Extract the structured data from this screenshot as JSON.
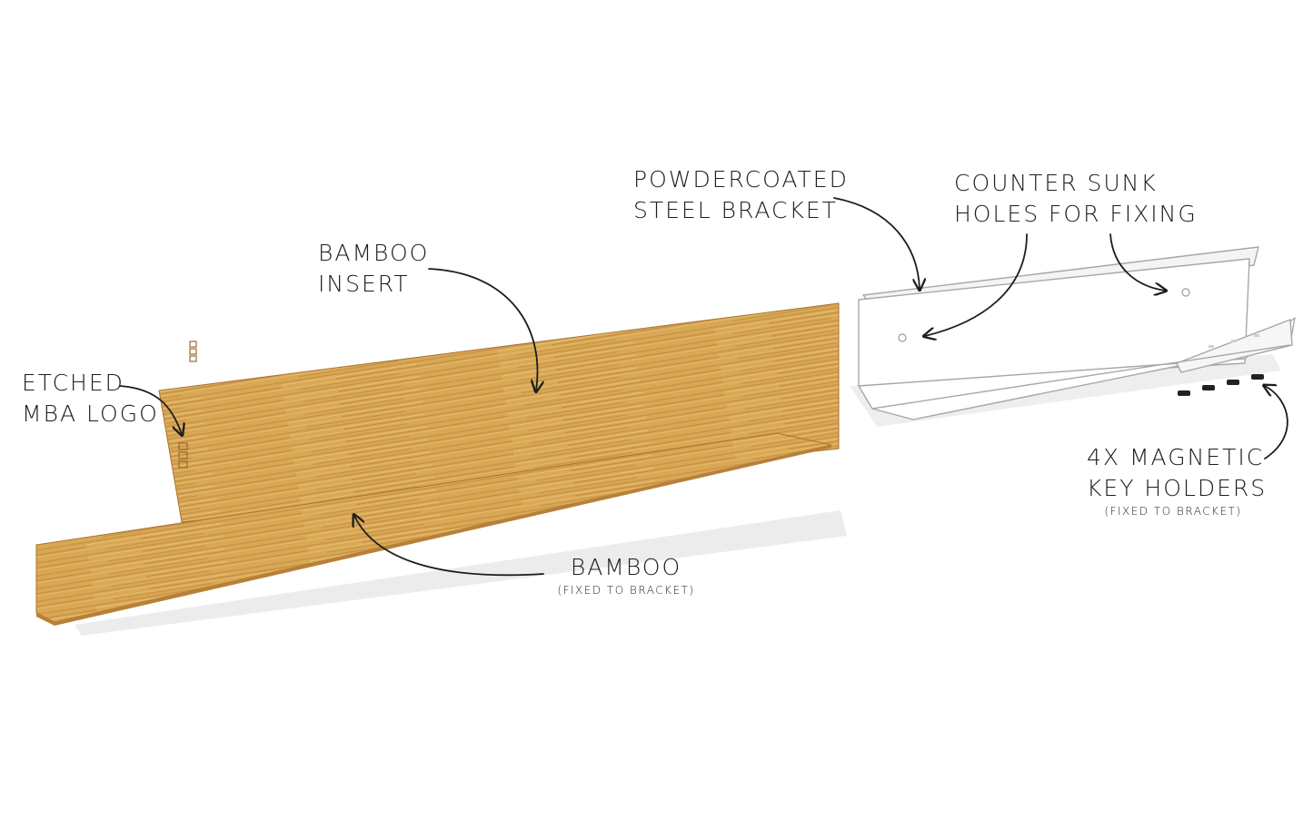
{
  "labels": {
    "etched_logo": {
      "line1": "ETCHED",
      "line2": "MBA LOGO"
    },
    "bamboo_insert": {
      "line1": "BAMBOO",
      "line2": "INSERT"
    },
    "bracket": {
      "line1": "POWDERCOATED",
      "line2": "STEEL BRACKET"
    },
    "holes": {
      "line1": "COUNTER SUNK",
      "line2": "HOLES FOR FIXING"
    },
    "magnets": {
      "line1": "4x MAGNETIC",
      "line2": "KEY HOLDERS",
      "note": "(FIXED TO BRACKET)"
    },
    "bamboo_shelf": {
      "line1": "BAMBOO",
      "note": "(FIXED TO BRACKET)"
    }
  },
  "colors": {
    "bamboo": "#d9a855",
    "bamboo_dark": "#b9803a",
    "steel": "#ffffff",
    "steel_edge": "#a7a7a7",
    "shadow": "#e9e9e9",
    "ink": "#1d1d1d"
  }
}
